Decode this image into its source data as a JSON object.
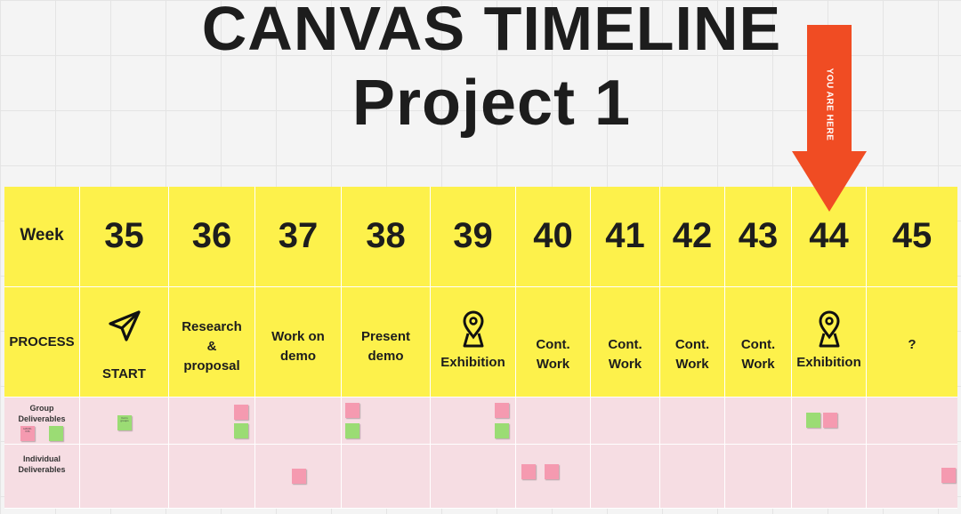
{
  "title": {
    "line1": "CANVAS TIMELINE",
    "line2": "Project 1"
  },
  "pointer": {
    "label": "YOU ARE HERE",
    "color": "#f04c23"
  },
  "colors": {
    "timeline_yellow": "#fdf14b",
    "deliverables_pink": "#f6dde3",
    "note_pink": "#f59ab0",
    "note_green": "#9bdc74"
  },
  "rows": {
    "week_label": "Week",
    "process_label": "PROCESS",
    "group_label": "Group Deliverables",
    "individual_label": "Individual Deliverables"
  },
  "weeks": [
    "35",
    "36",
    "37",
    "38",
    "39",
    "40",
    "41",
    "42",
    "43",
    "44",
    "45"
  ],
  "process": [
    {
      "text": "START",
      "icon": "paper-plane-icon"
    },
    {
      "text": "Research & proposal"
    },
    {
      "text": "Work on demo"
    },
    {
      "text": "Present demo"
    },
    {
      "text": "Exhibition",
      "icon": "map-pin-icon"
    },
    {
      "text": "Cont. Work"
    },
    {
      "text": "Cont. Work"
    },
    {
      "text": "Cont. Work"
    },
    {
      "text": "Cont. Work"
    },
    {
      "text": "Exhibition",
      "icon": "map-pin-icon"
    },
    {
      "text": "?"
    }
  ],
  "sticky_notes": {
    "group": [
      {
        "color": "pink",
        "week": "label",
        "text": "HAND-INS"
      },
      {
        "color": "green",
        "week": "label"
      },
      {
        "color": "green",
        "week": "35",
        "text": "Form groups"
      },
      {
        "color": "pink",
        "week": "36"
      },
      {
        "color": "green",
        "week": "36"
      },
      {
        "color": "pink",
        "week": "38"
      },
      {
        "color": "green",
        "week": "38"
      },
      {
        "color": "pink",
        "week": "39"
      },
      {
        "color": "green",
        "week": "39"
      },
      {
        "color": "green",
        "week": "44"
      },
      {
        "color": "pink",
        "week": "44"
      }
    ],
    "individual": [
      {
        "color": "pink",
        "week": "37"
      },
      {
        "color": "pink",
        "week": "40"
      },
      {
        "color": "pink",
        "week": "40"
      },
      {
        "color": "pink",
        "week": "45"
      }
    ]
  }
}
